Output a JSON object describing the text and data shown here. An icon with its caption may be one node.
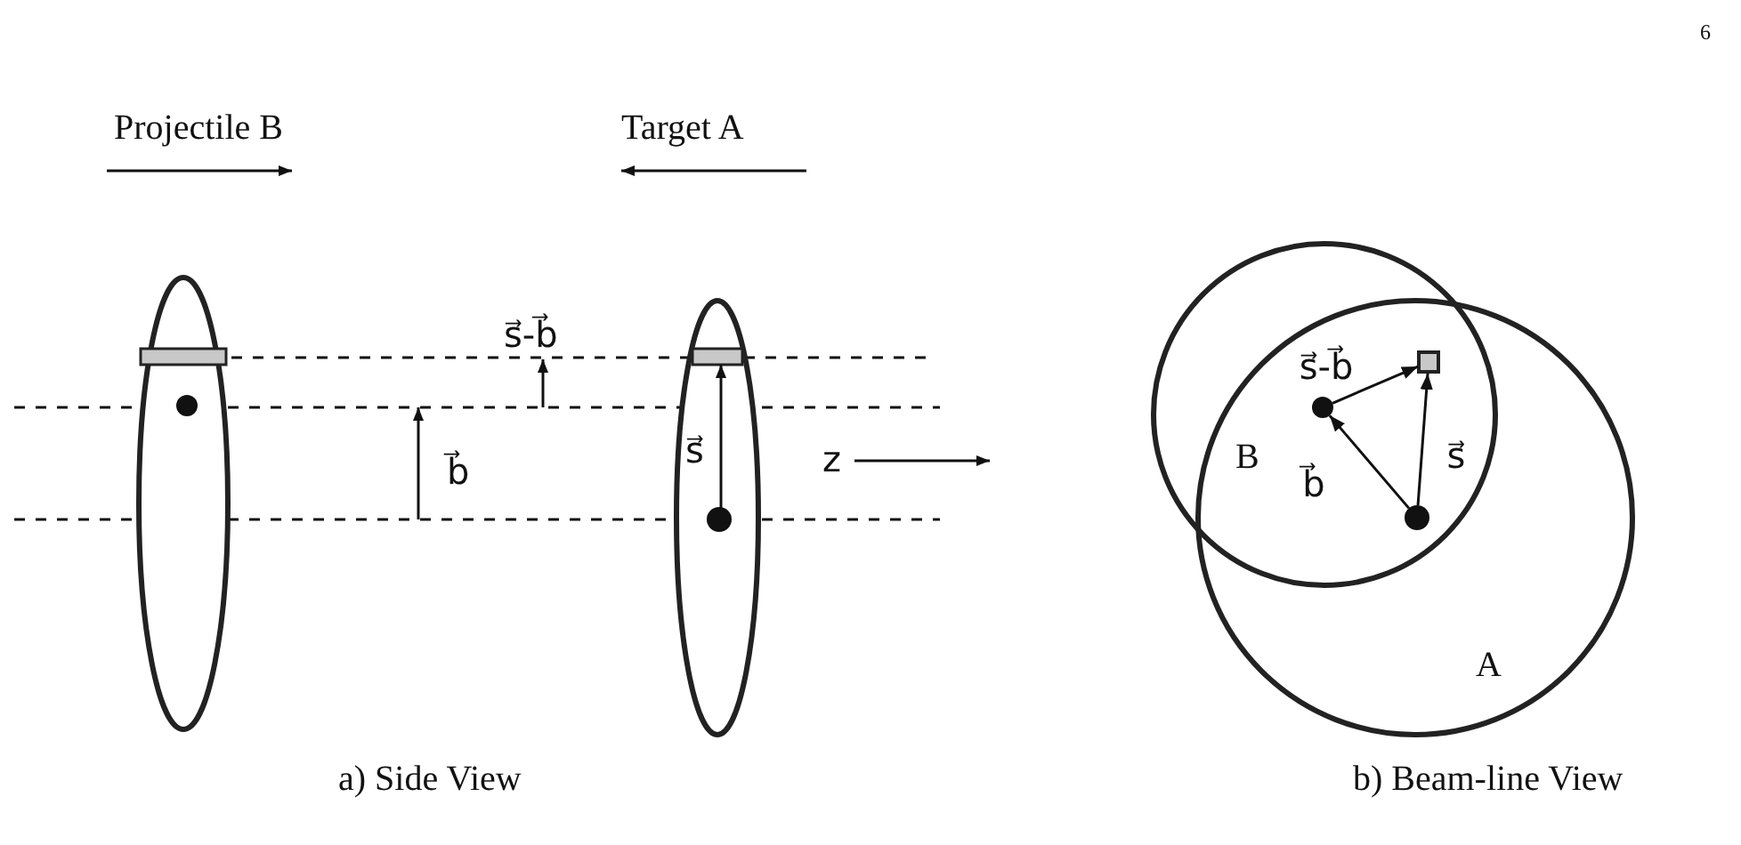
{
  "diagram": {
    "nodes": [
      {
        "text": [],
        "shape": "circle"
      },
      {
        "text": [],
        "shape": "circle"
      },
      {
        "text": [],
        "shape": "box"
      }
    ],
    "edges": [
      {
        "from": 1,
        "to": 0,
        "arrow": "to",
        "label": "b⃗"
      },
      {
        "from": 1,
        "to": 2,
        "arrow": "to",
        "label": "s⃗"
      },
      {
        "from": 0,
        "to": 2,
        "arrow": "to",
        "label": "s⃗-b⃗"
      }
    ],
    "labels": [
      "6",
      "Projectile B",
      "Target A",
      "s⃗-b⃗",
      "b⃗",
      "s⃗",
      "z",
      "B",
      "A",
      "a) Side View",
      "b) Beam-line View"
    ]
  }
}
